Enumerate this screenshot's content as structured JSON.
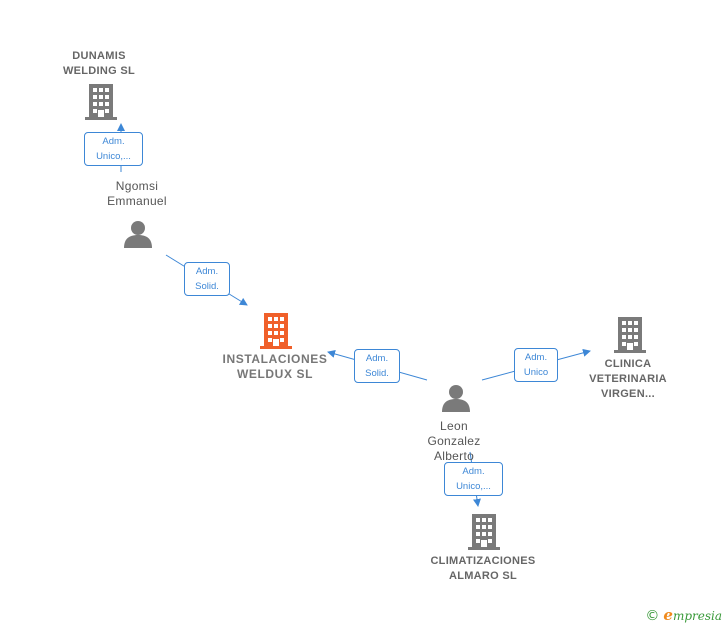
{
  "colors": {
    "company": "#7a7a7a",
    "company_main": "#f0602a",
    "person": "#7a7a7a",
    "edge": "#3d87d6"
  },
  "icons": {
    "company": "building-icon",
    "person": "person-icon"
  },
  "companies": {
    "dunamis": {
      "line1": "DUNAMIS",
      "line2": "WELDING  SL"
    },
    "instalaciones": {
      "line1": "INSTALACIONES",
      "line2": "WELDUX  SL"
    },
    "clinica": {
      "line1": "CLINICA",
      "line2": "VETERINARIA",
      "line3": "VIRGEN..."
    },
    "climatizaciones": {
      "line1": "CLIMATIZACIONES",
      "line2": "ALMARO  SL"
    }
  },
  "people": {
    "ngomsi": {
      "line1": "Ngomsi",
      "line2": "Emmanuel"
    },
    "leon": {
      "line1": "Leon",
      "line2": "Gonzalez",
      "line3": "Alberto"
    }
  },
  "relations": {
    "ngomsi_dunamis": {
      "line1": "Adm.",
      "line2": "Unico,..."
    },
    "ngomsi_instalaciones": {
      "line1": "Adm.",
      "line2": "Solid."
    },
    "leon_instalaciones": {
      "line1": "Adm.",
      "line2": "Solid."
    },
    "leon_clinica": {
      "line1": "Adm.",
      "line2": "Unico"
    },
    "leon_climatizaciones": {
      "line1": "Adm.",
      "line2": "Unico,..."
    }
  },
  "watermark": {
    "symbol": "©",
    "brand_initial": "e",
    "brand_rest": "mpresia"
  }
}
